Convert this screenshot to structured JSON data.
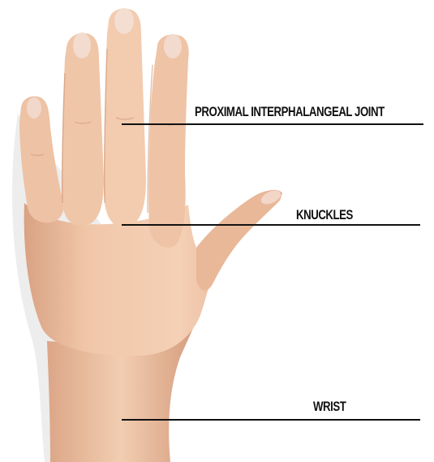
{
  "labels": {
    "pip_joint": "PROXIMAL INTERPHALANGEAL JOINT",
    "knuckles": "KNUCKLES",
    "wrist": "WRIST"
  },
  "colors": {
    "skin_light": "#f3cfb3",
    "skin_mid": "#e7b595",
    "skin_shadow": "#c98f70",
    "nail": "#f2d8cb",
    "line": "#111111",
    "background": "#ffffff"
  }
}
